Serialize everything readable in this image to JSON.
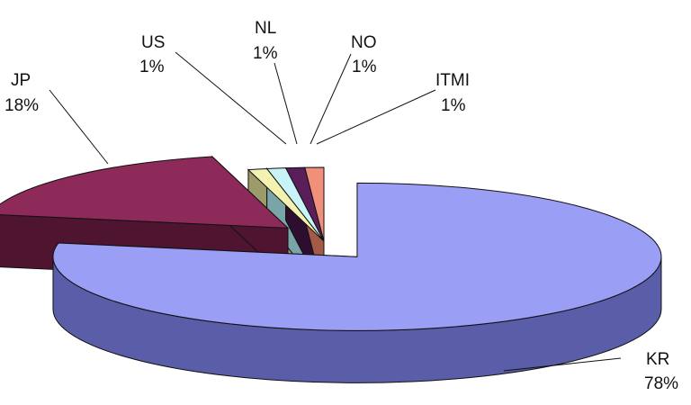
{
  "chart_data": {
    "type": "pie",
    "style": "3d-exploded",
    "title": "",
    "slices": [
      {
        "label": "KR",
        "percent_label": "78%",
        "value": 78,
        "color": "#9a9ef5",
        "side_color": "#5a5ea8"
      },
      {
        "label": "JP",
        "percent_label": "18%",
        "value": 18,
        "color": "#8e2a5a",
        "side_color": "#4e1430"
      },
      {
        "label": "US",
        "percent_label": "1%",
        "value": 1,
        "color": "#f4f2b0",
        "side_color": "#9d9b6a"
      },
      {
        "label": "NL",
        "percent_label": "1%",
        "value": 1,
        "color": "#c8f4f8",
        "side_color": "#7aa4a8"
      },
      {
        "label": "NO",
        "percent_label": "1%",
        "value": 1,
        "color": "#5a1e5a",
        "side_color": "#2e0e2e"
      },
      {
        "label": "ITMI",
        "percent_label": "1%",
        "value": 1,
        "color": "#f0907a",
        "side_color": "#a45a48"
      }
    ]
  }
}
